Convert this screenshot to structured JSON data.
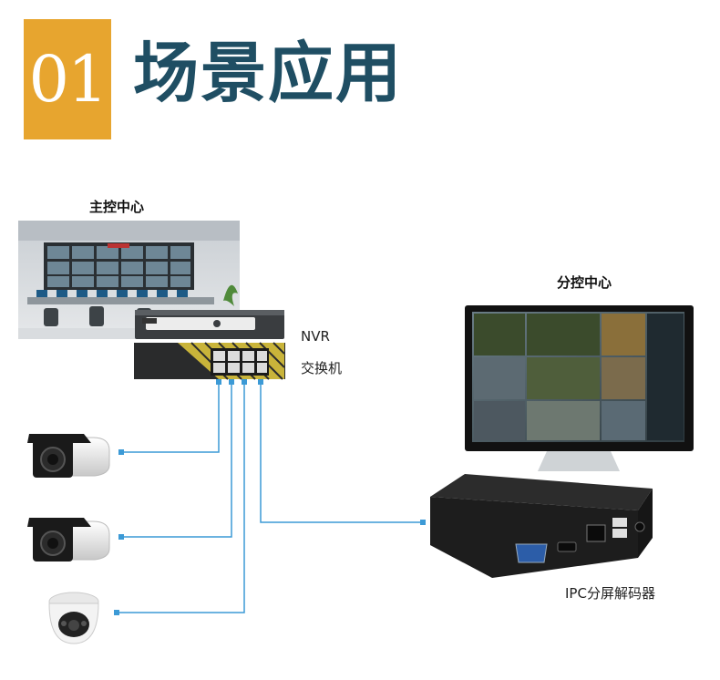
{
  "header": {
    "number": "01",
    "title": "场景应用"
  },
  "labels": {
    "main_center": "主控中心",
    "sub_center": "分控中心",
    "nvr": "NVR",
    "switch": "交换机",
    "decoder": "IPC分屏解码器"
  },
  "colors": {
    "accent": "#e7a52f",
    "title": "#1f4e63",
    "cable": "#3c9ad6"
  }
}
